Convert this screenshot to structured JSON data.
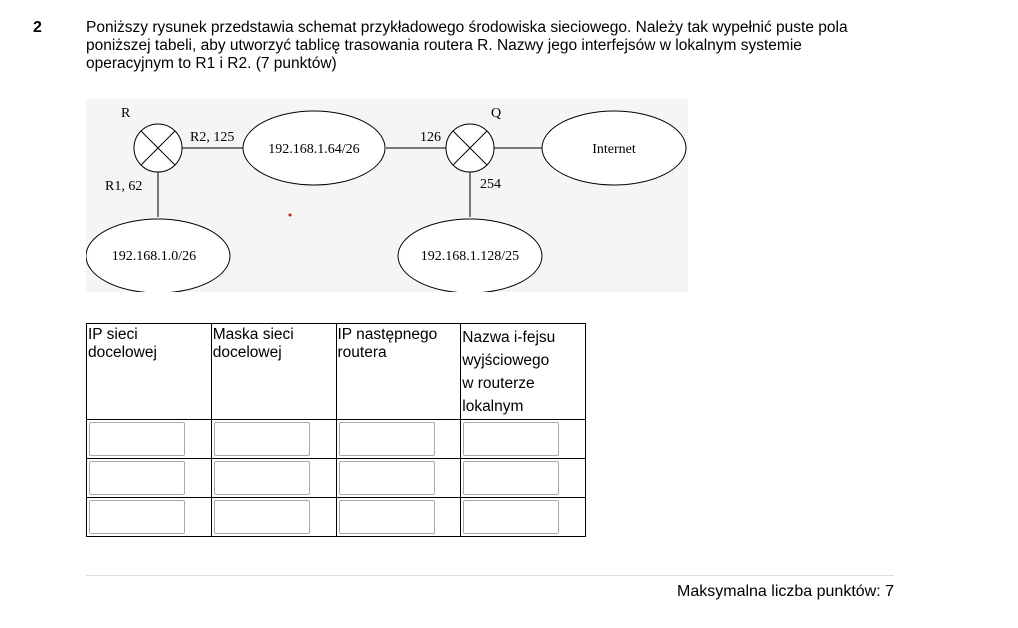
{
  "question": {
    "number": "2",
    "lines": [
      "Poniższy rysunek przedstawia schemat przykładowego środowiska sieciowego. Należy tak wypełnić puste pola",
      "poniższej tabeli, aby utworzyć tablicę trasowania routera R. Nazwy jego interfejsów w lokalnym systemie",
      "operacyjnym to R1 i R2. (7 punktów)"
    ]
  },
  "diagram": {
    "router_r_label": "R",
    "router_q_label": "Q",
    "net_left_top": "192.168.1.64/26",
    "net_left_bottom": "192.168.1.0/26",
    "net_right_bottom": "192.168.1.128/25",
    "internet": "Internet",
    "label_r2": "R2, 125",
    "label_r1": "R1, 62",
    "label_q_left": "126",
    "label_q_bottom": "254"
  },
  "table": {
    "headers": [
      [
        "IP sieci",
        "docelowej"
      ],
      [
        "Maska sieci",
        "docelowej"
      ],
      [
        "IP następnego",
        "routera"
      ],
      [
        "Nazwa i-fejsu",
        "wyjściowego",
        "w routerze",
        "lokalnym"
      ]
    ],
    "rows": [
      [
        "",
        "",
        "",
        ""
      ],
      [
        "",
        "",
        "",
        ""
      ],
      [
        "",
        "",
        "",
        ""
      ]
    ]
  },
  "footer": {
    "max_points": "Maksymalna liczba punktów: 7"
  }
}
